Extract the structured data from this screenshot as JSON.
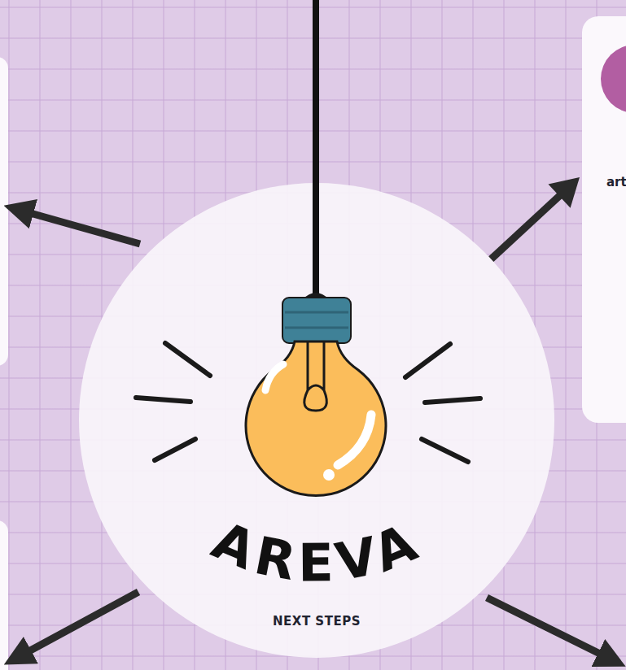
{
  "diagram": {
    "nodes": [
      {
        "text": [
          "AREVA",
          "NEXT STEPS"
        ]
      },
      {
        "text": [
          "art"
        ]
      }
    ],
    "edges": [
      {
        "from": 0,
        "to": 1,
        "arrow": "to"
      }
    ]
  }
}
